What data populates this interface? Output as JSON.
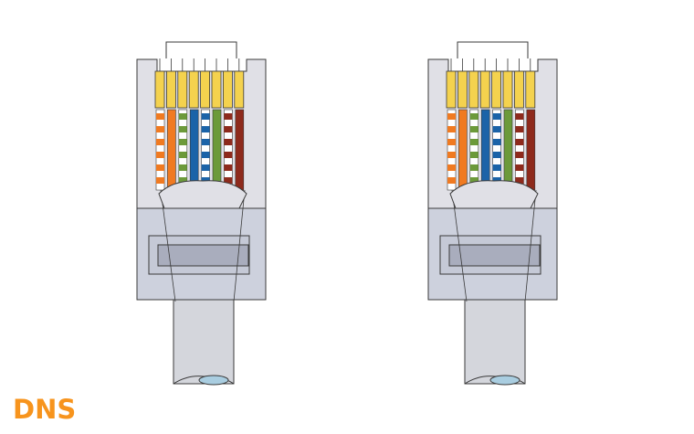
{
  "logo": {
    "text": "DNS",
    "color": "#f7941d"
  },
  "colors": {
    "housing": "#e0e0e6",
    "housing_dark": "#cdd1dd",
    "outline": "#3a3a3a",
    "contact": "#f4d24e",
    "latch_outer": "#c5c9d6",
    "latch_inner": "#a9adbd",
    "cable": "#d4d6dc",
    "cable_end": "#a9cde0"
  },
  "connectors": [
    {
      "name": "connector-left",
      "wires": [
        {
          "color": "#f07a21",
          "striped": true
        },
        {
          "color": "#f07a21",
          "striped": false
        },
        {
          "color": "#6c9a3a",
          "striped": true
        },
        {
          "color": "#1b63a8",
          "striped": false
        },
        {
          "color": "#1b63a8",
          "striped": true
        },
        {
          "color": "#6c9a3a",
          "striped": false
        },
        {
          "color": "#8e2a1c",
          "striped": true
        },
        {
          "color": "#8e2a1c",
          "striped": false
        }
      ]
    },
    {
      "name": "connector-right",
      "wires": [
        {
          "color": "#f07a21",
          "striped": true
        },
        {
          "color": "#f07a21",
          "striped": false
        },
        {
          "color": "#6c9a3a",
          "striped": true
        },
        {
          "color": "#1b63a8",
          "striped": false
        },
        {
          "color": "#1b63a8",
          "striped": true
        },
        {
          "color": "#6c9a3a",
          "striped": false
        },
        {
          "color": "#8e2a1c",
          "striped": true
        },
        {
          "color": "#8e2a1c",
          "striped": false
        }
      ]
    }
  ]
}
